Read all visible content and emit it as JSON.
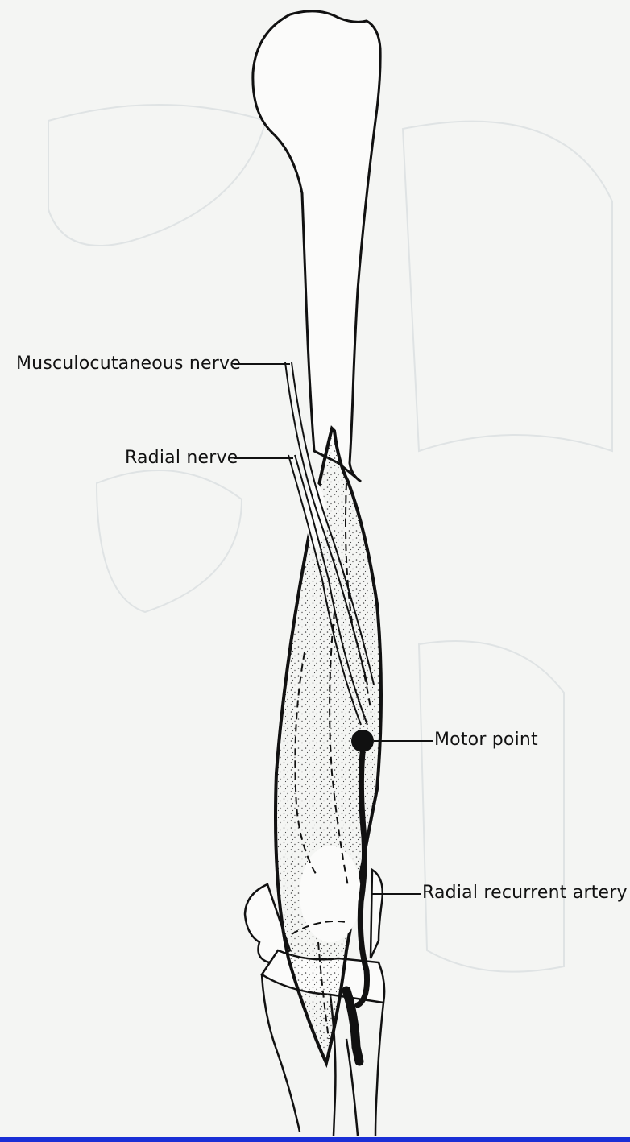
{
  "labels": {
    "musculocutaneous_nerve": "Musculocutaneous nerve",
    "radial_nerve": "Radial nerve",
    "motor_point": "Motor point",
    "radial_recurrent_artery": "Radial recurrent artery"
  },
  "colors": {
    "background": "#f4f5f3",
    "ink": "#111111",
    "bottom_bar": "#1a2fd6"
  }
}
